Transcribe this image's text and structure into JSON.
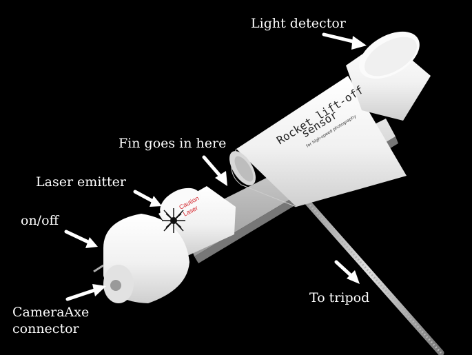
{
  "labels": {
    "light_detector": "Light detector",
    "fin_goes_in_here": "Fin goes in here",
    "laser_emitter": "Laser emitter",
    "on_off": "on/off",
    "camera_axe_connector_line1": "CameraAxe",
    "camera_axe_connector_line2": "connector",
    "to_tripod": "To tripod"
  },
  "device_text": {
    "title_line1": "Rocket lift-off",
    "title_line2": "sensor",
    "subtitle": "for high-speed photography",
    "caution_line1": "Caution",
    "caution_line2": "Laser"
  },
  "colors": {
    "background": "#000000",
    "label_text": "#ffffff",
    "tube_white": "#f4f4f4",
    "caution_red": "#d2232a"
  }
}
